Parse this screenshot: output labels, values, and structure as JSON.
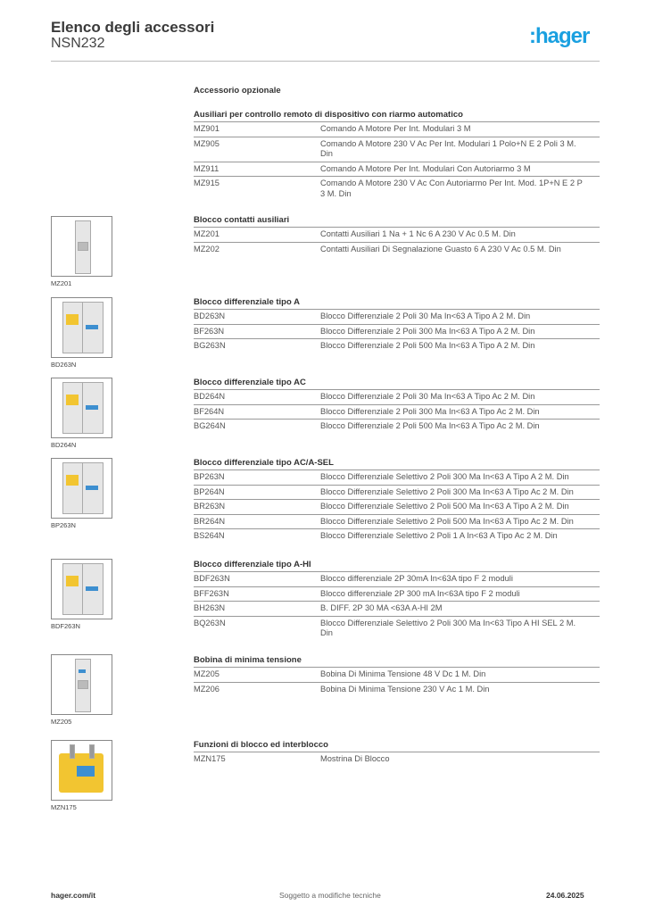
{
  "header": {
    "title": "Elenco degli accessori",
    "subtitle": "NSN232",
    "logo": ":hager",
    "logo_color": "#1aa0e0"
  },
  "optional_label": "Accessorio opzionale",
  "sections": [
    {
      "title": "Ausiliari per controllo remoto di dispositivo con riarmo automatico",
      "image_label": null,
      "rows": [
        {
          "code": "MZ901",
          "desc": "Comando A Motore Per Int. Modulari 3 M"
        },
        {
          "code": "MZ905",
          "desc": "Comando A Motore 230 V Ac Per Int. Modulari 1 Polo+N E 2 Poli 3 M. Din"
        },
        {
          "code": "MZ911",
          "desc": "Comando A Motore Per Int. Modulari Con Autoriarmo 3 M"
        },
        {
          "code": "MZ915",
          "desc": "Comando A Motore 230 V Ac Con Autoriarmo Per Int. Mod. 1P+N E 2 P 3 M. Din"
        }
      ]
    },
    {
      "title": "Blocco contatti ausiliari",
      "image_label": "MZ201",
      "rows": [
        {
          "code": "MZ201",
          "desc": "Contatti Ausiliari 1 Na + 1 Nc 6 A 230 V Ac 0.5 M. Din"
        },
        {
          "code": "MZ202",
          "desc": "Contatti Ausiliari Di Segnalazione Guasto 6 A 230 V Ac 0.5 M. Din"
        }
      ]
    },
    {
      "title": "Blocco differenziale tipo A",
      "image_label": "BD263N",
      "rows": [
        {
          "code": "BD263N",
          "desc": "Blocco Differenziale 2 Poli 30 Ma In<63 A Tipo A 2 M. Din"
        },
        {
          "code": "BF263N",
          "desc": "Blocco Differenziale 2 Poli 300 Ma In<63 A Tipo A 2 M. Din"
        },
        {
          "code": "BG263N",
          "desc": "Blocco Differenziale 2 Poli 500 Ma In<63 A Tipo A 2 M. Din"
        }
      ]
    },
    {
      "title": "Blocco differenziale tipo AC",
      "image_label": "BD264N",
      "rows": [
        {
          "code": "BD264N",
          "desc": "Blocco Differenziale 2 Poli 30 Ma In<63 A Tipo Ac 2 M. Din"
        },
        {
          "code": "BF264N",
          "desc": "Blocco Differenziale 2 Poli 300 Ma In<63 A Tipo Ac 2 M. Din"
        },
        {
          "code": "BG264N",
          "desc": "Blocco Differenziale 2 Poli 500 Ma In<63 A Tipo Ac 2 M. Din"
        }
      ]
    },
    {
      "title": "Blocco differenziale tipo AC/A-SEL",
      "image_label": "BP263N",
      "rows": [
        {
          "code": "BP263N",
          "desc": "Blocco Differenziale Selettivo 2 Poli 300 Ma In<63 A Tipo A 2 M. Din"
        },
        {
          "code": "BP264N",
          "desc": "Blocco Differenziale Selettivo 2 Poli 300 Ma In<63 A Tipo Ac 2 M. Din"
        },
        {
          "code": "BR263N",
          "desc": "Blocco Differenziale Selettivo 2 Poli 500 Ma In<63 A Tipo A 2 M. Din"
        },
        {
          "code": "BR264N",
          "desc": "Blocco Differenziale Selettivo 2 Poli 500 Ma In<63 A Tipo Ac 2 M. Din"
        },
        {
          "code": "BS264N",
          "desc": "Blocco Differenziale Selettivo 2 Poli 1 A In<63 A Tipo Ac 2 M. Din"
        }
      ]
    },
    {
      "title": "Blocco differenziale tipo A-HI",
      "image_label": "BDF263N",
      "rows": [
        {
          "code": "BDF263N",
          "desc": "Blocco differenziale 2P 30mA In<63A tipo F 2 moduli"
        },
        {
          "code": "BFF263N",
          "desc": "Blocco differenziale 2P 300 mA In<63A tipo F 2 moduli"
        },
        {
          "code": "BH263N",
          "desc": "B. DIFF. 2P 30 MA <63A A-HI 2M"
        },
        {
          "code": "BQ263N",
          "desc": "Blocco Differenziale Selettivo 2 Poli 300 Ma In<63 Tipo A HI SEL 2 M. Din"
        }
      ]
    },
    {
      "title": "Bobina di minima tensione",
      "image_label": "MZ205",
      "rows": [
        {
          "code": "MZ205",
          "desc": "Bobina Di Minima Tensione 48 V Dc 1 M. Din"
        },
        {
          "code": "MZ206",
          "desc": "Bobina Di Minima Tensione 230 V Ac 1 M. Din"
        }
      ]
    },
    {
      "title": "Funzioni di blocco ed interblocco",
      "image_label": "MZN175",
      "rows": [
        {
          "code": "MZN175",
          "desc": "Mostrina Di Blocco"
        }
      ]
    }
  ],
  "footer": {
    "website": "hager.com/it",
    "note": "Soggetto a modifiche tecniche",
    "date": "24.06.2025"
  }
}
